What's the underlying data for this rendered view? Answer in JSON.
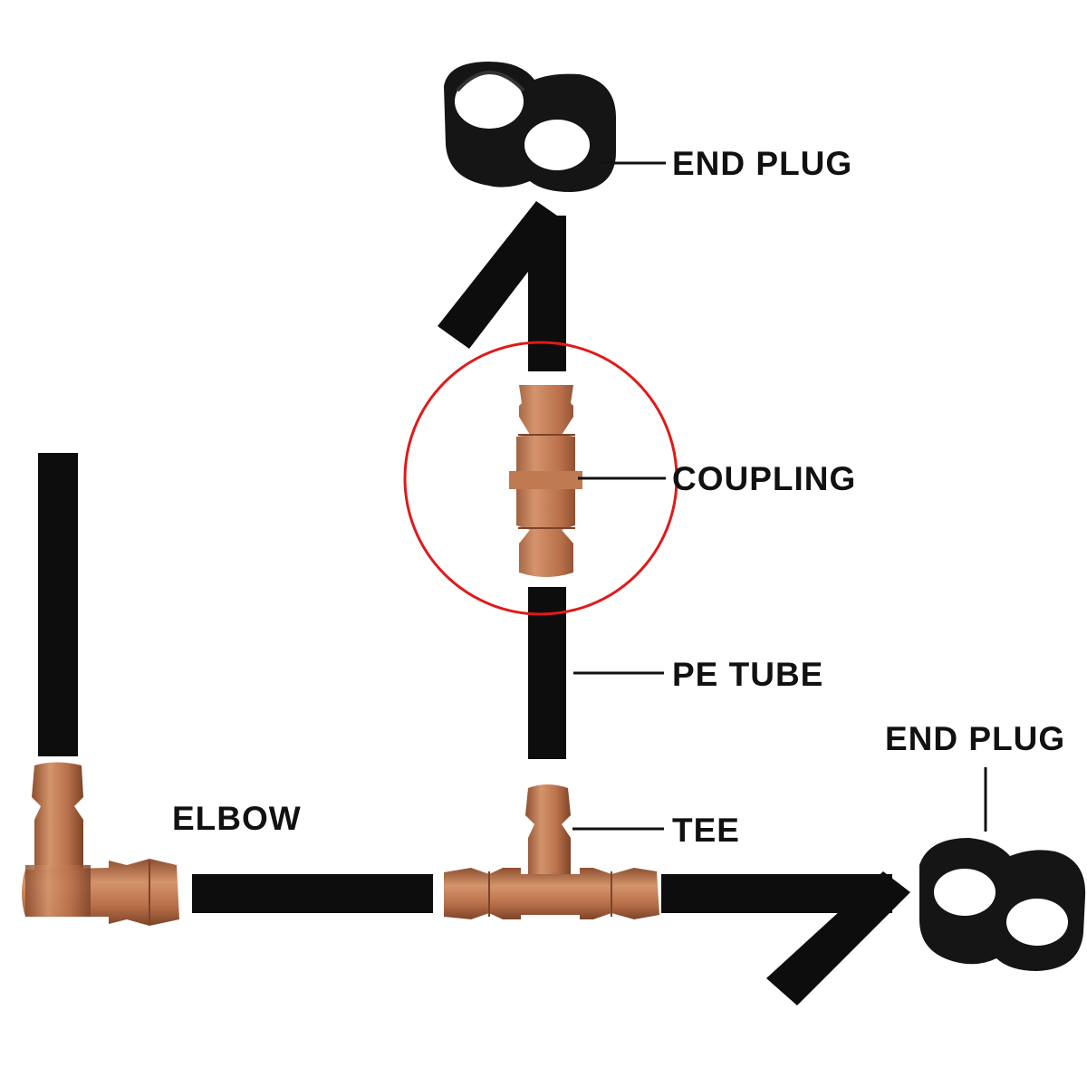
{
  "labels": {
    "end_plug_top": "END PLUG",
    "coupling": "COUPLING",
    "pe_tube": "PE TUBE",
    "end_plug_right": "END PLUG",
    "tee": "TEE",
    "elbow": "ELBOW"
  },
  "colors": {
    "tube": "#0d0d0d",
    "fitting": "#b8704a",
    "fitting_dark": "#8e4f30",
    "fitting_light": "#d4946c",
    "highlight_circle": "#e01a1a",
    "leader_line": "#111111"
  },
  "icons": {
    "end_plug": "figure-eight-clip",
    "coupling": "barbed-coupling",
    "tee": "barbed-tee",
    "elbow": "barbed-elbow"
  }
}
